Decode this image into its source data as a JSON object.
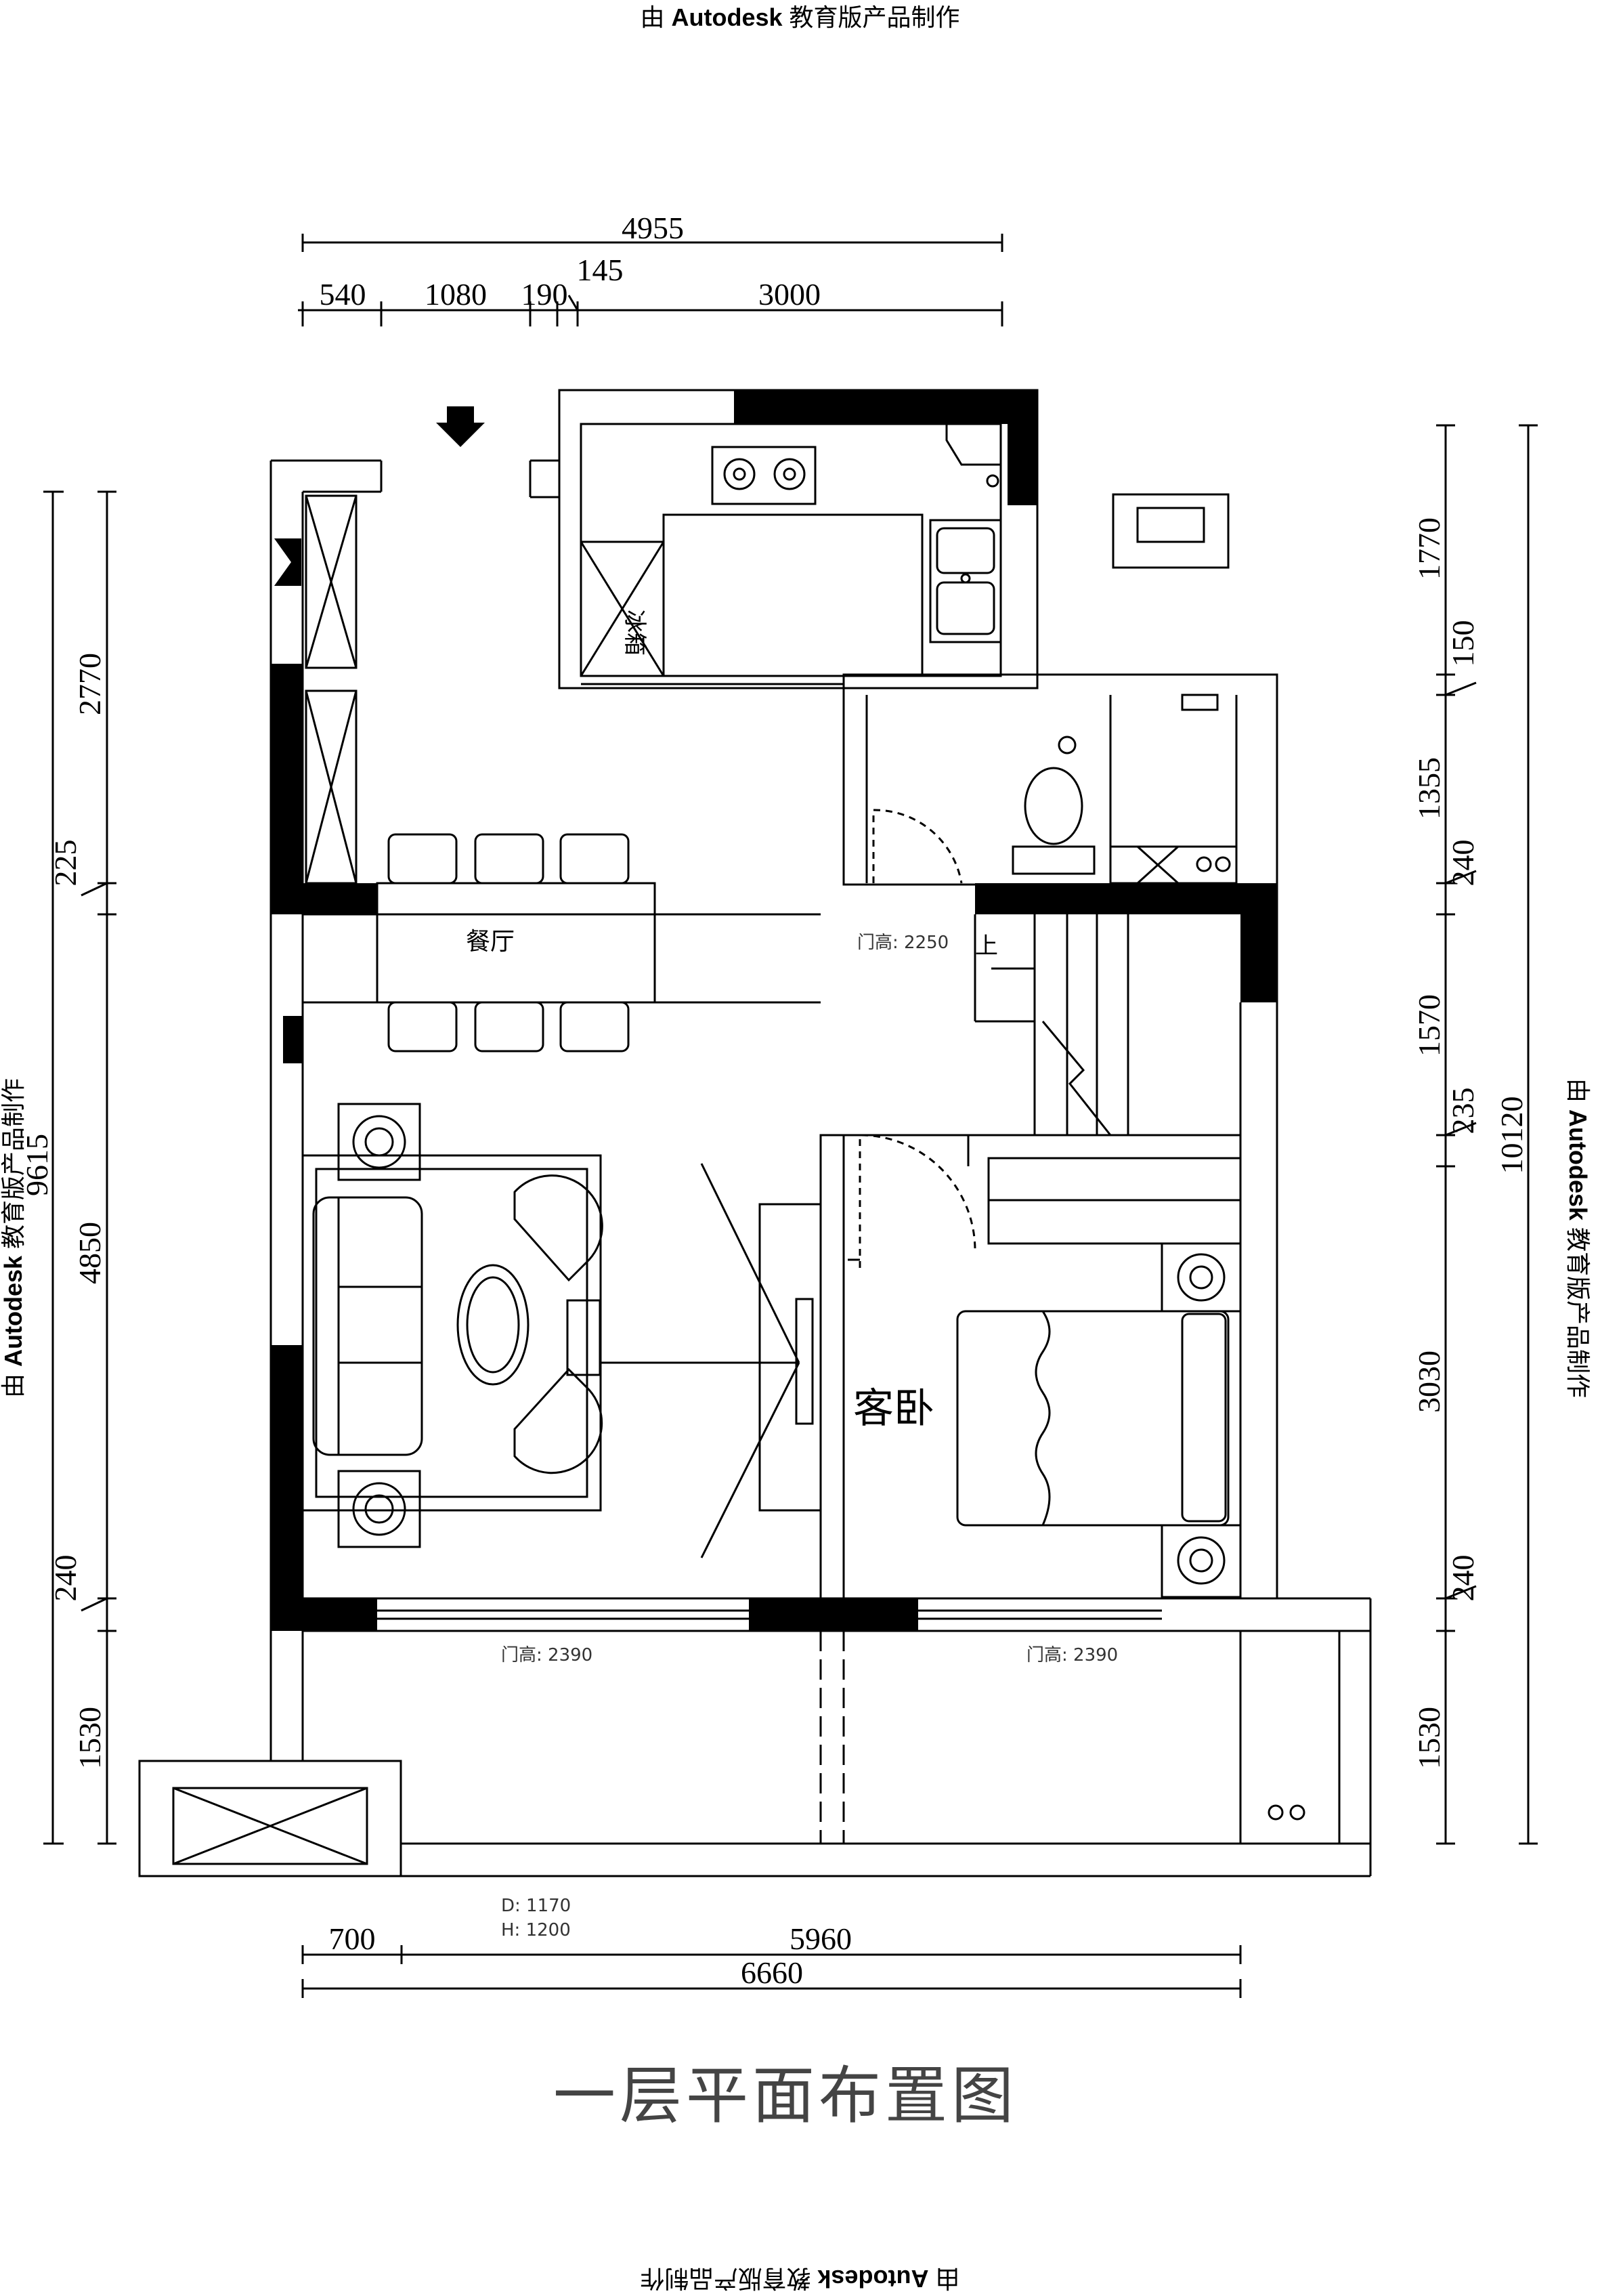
{
  "watermark": {
    "prefix": "由",
    "brand": "Autodesk",
    "suffix": "教育版产品制作"
  },
  "drawing_title": "一层平面布置图",
  "rooms": {
    "dining": "餐厅",
    "guest_bedroom": "客卧",
    "fridge": "冰箱",
    "stair_up": "上"
  },
  "notes": {
    "door_height_bath": "门高: 2250",
    "door_height_left": "门高: 2390",
    "door_height_right": "门高: 2390",
    "window_depth": "D: 1170",
    "window_height": "H: 1200"
  },
  "dimensions": {
    "top_total": "4955",
    "top_segments": [
      "540",
      "1080",
      "190",
      "145",
      "3000"
    ],
    "bottom_segments": [
      "700",
      "5960"
    ],
    "bottom_total": "6660",
    "left_segments": [
      "2770",
      "225",
      "4850",
      "240",
      "1530"
    ],
    "left_total": "9615",
    "right_segments": [
      "1770",
      "150",
      "1355",
      "240",
      "1570",
      "235",
      "3030",
      "240",
      "1530"
    ],
    "right_total": "10120"
  }
}
